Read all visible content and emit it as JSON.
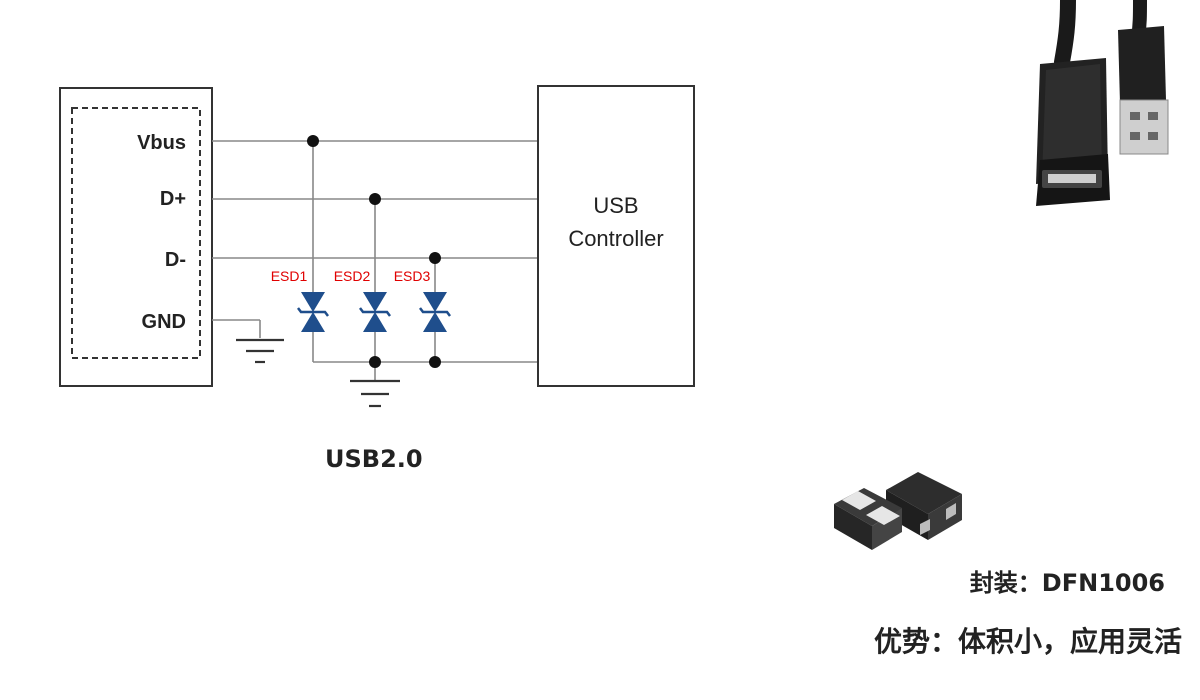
{
  "connector": {
    "pins": [
      "Vbus",
      "D+",
      "D-",
      "GND"
    ]
  },
  "esd": {
    "labels": [
      "ESD1",
      "ESD2",
      "ESD3"
    ]
  },
  "controller": {
    "line1": "USB",
    "line2": "Controller"
  },
  "captions": {
    "usb_version": "USB2.0",
    "package": "封装：DFN1006",
    "advantage": "优势：体积小，应用灵活"
  },
  "colors": {
    "wire": "#888888",
    "box_border": "#333333",
    "diode": "#1f4e8c",
    "esd_label": "#e00000",
    "dot": "#111111"
  }
}
